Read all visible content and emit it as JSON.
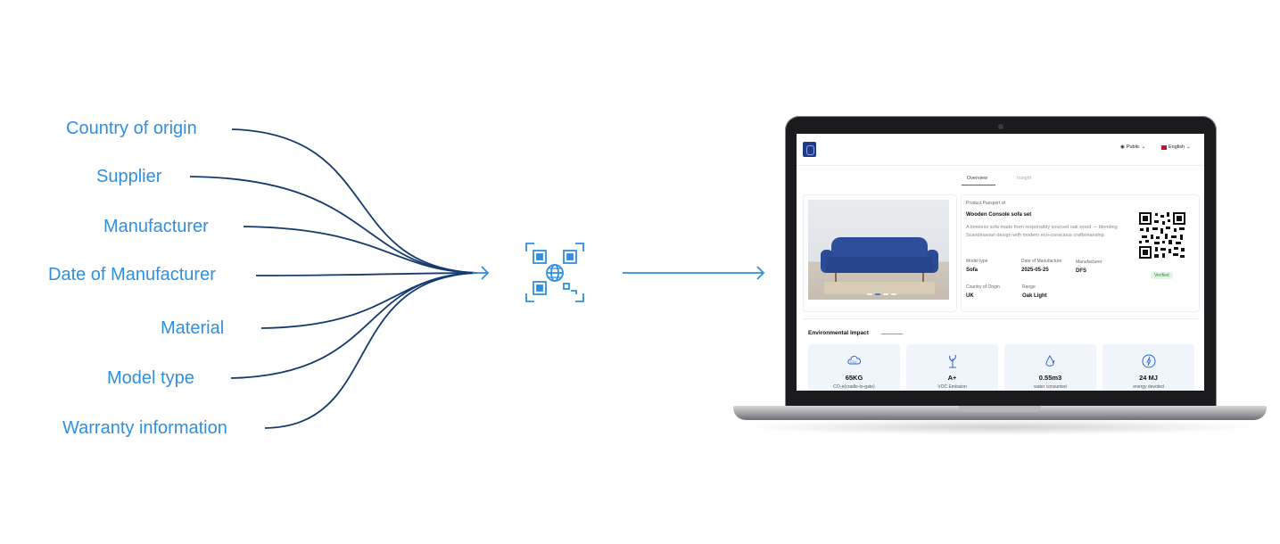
{
  "attributes": [
    "Country of origin",
    "Supplier",
    "Manufacturer",
    "Date of Manufacturer",
    "Material",
    "Model type",
    "Warranty information"
  ],
  "icons": {
    "center": "qr-globe-icon",
    "arrow": "arrow-right-icon"
  },
  "colors": {
    "label": "#2f8fe0",
    "curve": "#173a6e",
    "accent": "#2f8fe0"
  },
  "screen": {
    "header": {
      "visibility": "Public",
      "language": "English"
    },
    "tabs": [
      "Overview",
      "Insight"
    ],
    "product": {
      "kicker": "Product Passport of",
      "name": "Wooden Console sofa set",
      "description": "A timeless sofa made from responsibly sourced oak wood — blending Scandinavian design with modern eco-conscious craftsmanship.",
      "fields": [
        {
          "label": "Model type",
          "value": "Sofa"
        },
        {
          "label": "Date of Manufacture",
          "value": "2025-05-25"
        },
        {
          "label": "Manufacturer",
          "value": "DFS"
        },
        {
          "label": "Country of Origin",
          "value": "UK"
        },
        {
          "label": "Range",
          "value": "Oak Light"
        }
      ],
      "badge": "Verified"
    },
    "environment": {
      "title": "Environmental Impact",
      "cards": [
        {
          "icon": "co2-cloud-icon",
          "value": "65KG",
          "label": "CO₂e(cradle-to-gate)"
        },
        {
          "icon": "voc-plant-icon",
          "value": "A+",
          "label": "VOC Emission"
        },
        {
          "icon": "water-drop-icon",
          "value": "0.55m3",
          "label": "water consumed"
        },
        {
          "icon": "energy-bolt-icon",
          "value": "24 MJ",
          "label": "energy devoted"
        }
      ]
    }
  }
}
